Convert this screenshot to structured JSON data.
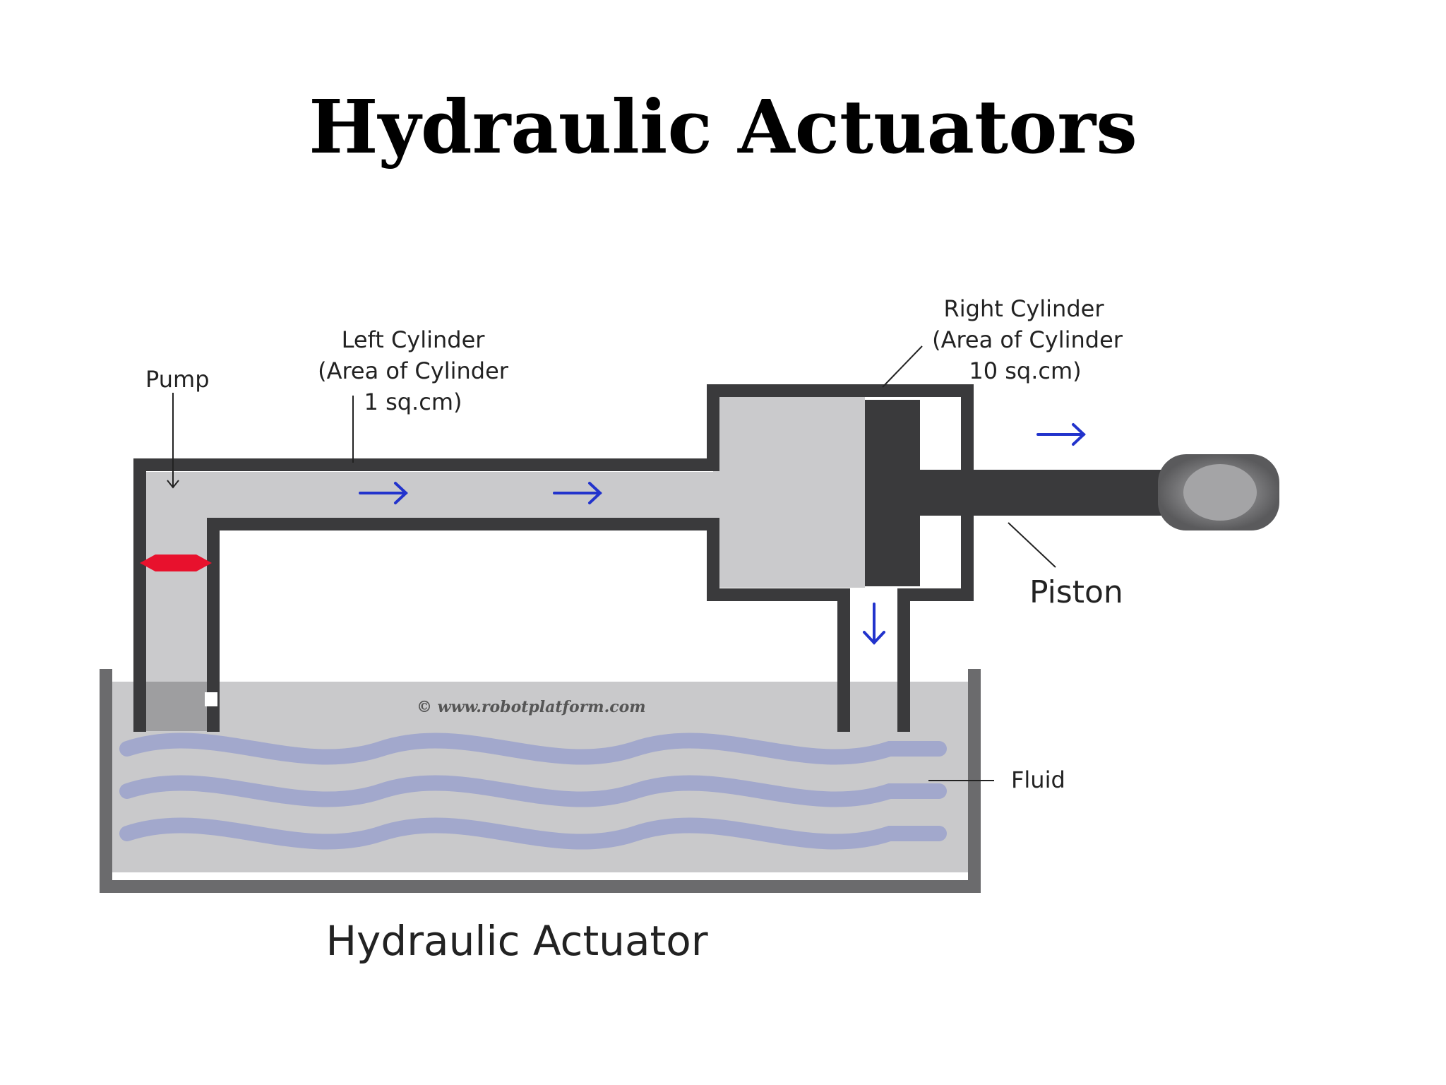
{
  "slide": {
    "title": "Hydraulic Actuators"
  },
  "diagram": {
    "labels": {
      "pump": "Pump",
      "left_cylinder": {
        "line1": "Left Cylinder",
        "line2": "(Area of Cylinder",
        "line3": "1 sq.cm)"
      },
      "right_cylinder": {
        "line1": "Right Cylinder",
        "line2": "(Area of Cylinder",
        "line3": "10 sq.cm)"
      },
      "piston": "Piston",
      "fluid": "Fluid",
      "caption": "Hydraulic Actuator",
      "watermark": "© www.robotplatform.com"
    },
    "colors": {
      "wall": "#3a3a3c",
      "fluid_in_pipe": "#cacacc",
      "tank_fluid": "#c9c9cb",
      "tank_wall": "#6b6b6d",
      "waves": "#a2a8cc",
      "flow_arrow": "#2233cc",
      "pump_valve": "#e8112d",
      "piston": "#3a3a3c",
      "rod_end": "#7a7a7c"
    }
  }
}
